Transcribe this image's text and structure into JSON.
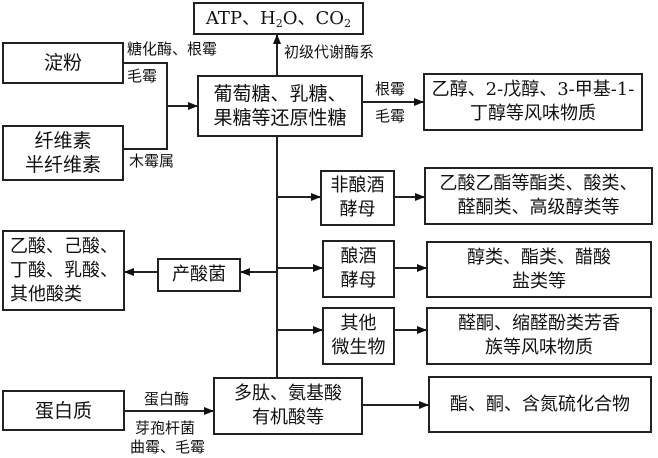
{
  "top_box": {
    "parts": [
      "ATP、H",
      "2",
      "O、CO",
      "2"
    ]
  },
  "inputs": {
    "starch": "淀粉",
    "cellulose": [
      "纤维素",
      "半纤维素"
    ],
    "protein": "蛋白质"
  },
  "labels": {
    "starch_enzyme_line1": "糖化酶、根霉",
    "starch_enzyme_line2": "毛霉",
    "cellulose_enzyme": "木霉属",
    "primary_metabolism": "初级代谢酶系",
    "sugar_to_alcohol_top": "根霉",
    "sugar_to_alcohol_bottom": "毛霉",
    "protein_enzyme": "蛋白酶",
    "protein_microbes_line1": "芽孢杆菌",
    "protein_microbes_line2": "曲霉、毛霉"
  },
  "sugar_box": [
    "葡萄糖、乳糖、",
    "果糖等还原性糖"
  ],
  "alcohol_box": [
    "乙醇、2-戊醇、3-甲基-1-",
    "丁醇等风味物质"
  ],
  "microbes": [
    {
      "name": [
        "非酿酒",
        "酵母"
      ],
      "products": [
        "乙酸乙酯等酯类、酸类、",
        "醛酮类、高级醇类等"
      ]
    },
    {
      "name": [
        "酿酒",
        "酵母"
      ],
      "products": [
        "醇类、酯类、醋酸",
        "盐类等"
      ]
    },
    {
      "name": [
        "其他",
        "微生物"
      ],
      "products": [
        "醛酮、缩醛酚类芳香",
        "族等风味物质"
      ]
    }
  ],
  "acid_bacteria": "产酸菌",
  "acids_box": [
    "乙酸、己酸、",
    "丁酸、乳酸、",
    "其他酸类"
  ],
  "peptide_box": [
    "多肽、氨基酸",
    "有机酸等"
  ],
  "final_box": "酯、酮、含氮硫化合物"
}
